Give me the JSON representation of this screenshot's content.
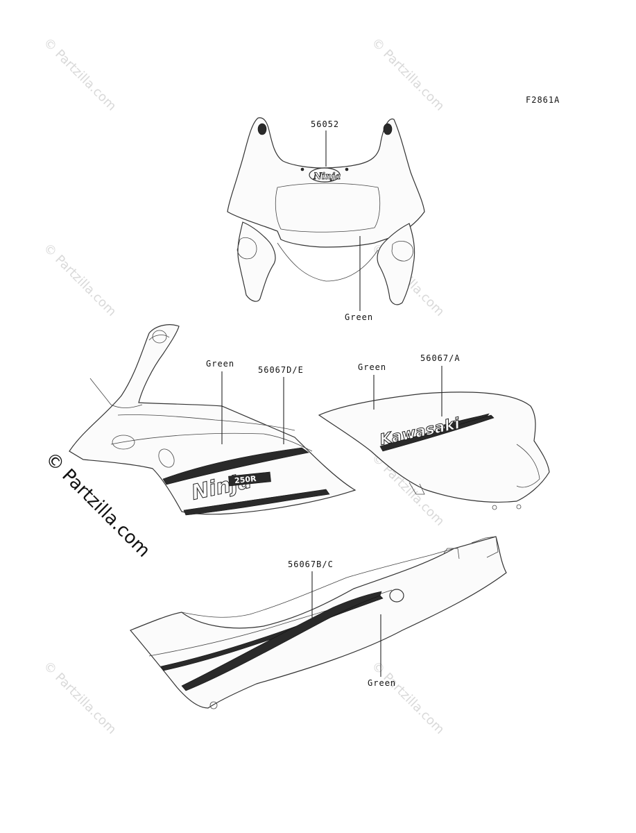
{
  "figure_code": "F2861A",
  "watermark": "© Partzilla.com",
  "callouts": {
    "upper_cowl_part": "56052",
    "upper_cowl_color": "Green",
    "side_cowl_part": "56067D/E",
    "side_cowl_color": "Green",
    "side_cover_part": "56067/A",
    "side_cover_color": "Green",
    "lower_cowl_part": "56067B/C",
    "lower_cowl_color": "Green"
  },
  "decal_text": {
    "ninja_upper": "Ninja",
    "ninja_side": "Ninja",
    "ninja_side_model": "250R",
    "kawasaki": "Kawasaki"
  }
}
